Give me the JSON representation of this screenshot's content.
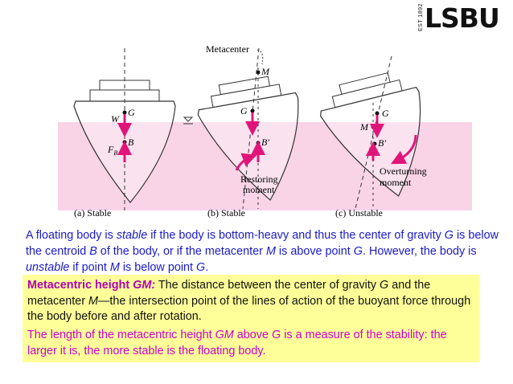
{
  "logo": {
    "est": "EST 1892",
    "name": "LSBU"
  },
  "figure": {
    "metacenter_label": "Metacenter",
    "labels": {
      "G": "G",
      "W": "W",
      "B": "B",
      "FB": "F",
      "FB_sub": "B",
      "M": "M",
      "B_prime": "B′",
      "restoring": [
        "Restoring",
        "moment"
      ],
      "overturning": [
        "Overturning",
        "moment"
      ]
    },
    "captions": [
      "(a) Stable",
      "(b) Stable",
      "(c) Unstable"
    ]
  },
  "paragraph": {
    "s1": "A floating body is ",
    "s2": "stable",
    "s3": " if the body is bottom-heavy and thus the center of gravity ",
    "s4": "G",
    "s5": " is below the centroid ",
    "s6": "B",
    "s7": " of the body, or if the metacenter ",
    "s8": "M",
    "s9": " is above point ",
    "s10": "G",
    "s11": ". However, the body is ",
    "s12": "unstable",
    "s13": " if point ",
    "s14": "M",
    "s15": " is below point ",
    "s16": "G",
    "s17": "."
  },
  "box": {
    "head": "Metacentric height ",
    "head_it": "GM:",
    "t1": " The distance between the center of gravity ",
    "t2": "G",
    "t3": " and the metacenter ",
    "t4": "M",
    "t5": "—the intersection point of the lines of action of the buoyant force through the body before and after rotation.",
    "q1": "The length of the metacentric height ",
    "q2": "GM",
    "q3": " above ",
    "q4": "G",
    "q5": " is a measure of the stability: the larger it is, the more stable is the floating body."
  },
  "colors": {
    "water": "#f9d3e6",
    "arrow": "#e0157a",
    "text_blue": "#1a1ac8",
    "highlight": "#ffff99",
    "magenta": "#cc00cc"
  }
}
